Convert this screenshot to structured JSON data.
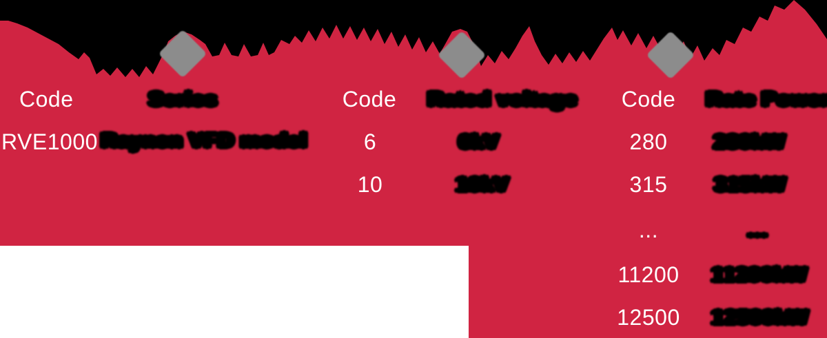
{
  "colors": {
    "background_red": "#D02442",
    "panel_white": "#FFFFFF",
    "title_black": "#000000",
    "diamond_gray": "#8C8C8C",
    "text_white": "#FFFFFF"
  },
  "nomenclature": {
    "groups": [
      {
        "code_header": "Code",
        "attr_header": "Series",
        "rows": [
          {
            "code": "RVE1000",
            "value": "Raynen VFD model"
          }
        ]
      },
      {
        "code_header": "Code",
        "attr_header": "Rated voltage",
        "rows": [
          {
            "code": "6",
            "value": "6kV"
          },
          {
            "code": "10",
            "value": "10kV"
          }
        ]
      },
      {
        "code_header": "Code",
        "attr_header": "Rate Power",
        "rows": [
          {
            "code": "280",
            "value": "280kW"
          },
          {
            "code": "315",
            "value": "315kW"
          },
          {
            "code": "...",
            "value": "..."
          },
          {
            "code": "11200",
            "value": "11200kW"
          },
          {
            "code": "12500",
            "value": "12500kW"
          }
        ]
      }
    ]
  }
}
